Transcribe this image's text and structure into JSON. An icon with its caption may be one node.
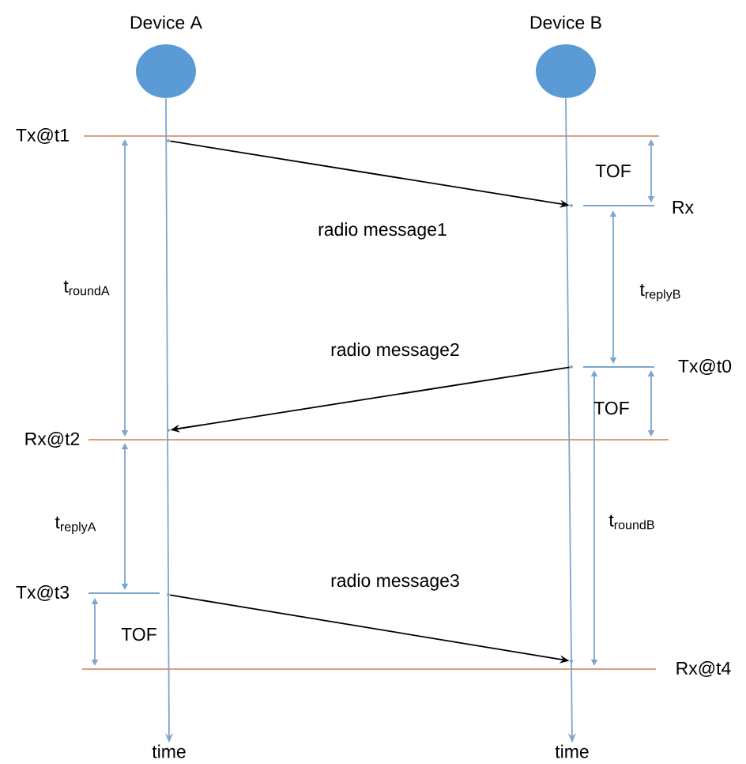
{
  "diagram": {
    "nodes": [
      {
        "text": [
          "Device A"
        ]
      },
      {
        "text": [
          "Device B"
        ]
      },
      {
        "text": [
          "time"
        ]
      },
      {
        "text": [
          "time"
        ]
      },
      {
        "text": [],
        "shape": "point"
      },
      {
        "text": [],
        "shape": "point"
      },
      {
        "text": [],
        "shape": "point"
      },
      {
        "text": [],
        "shape": "point"
      },
      {
        "text": [],
        "shape": "point"
      },
      {
        "text": [],
        "shape": "point"
      }
    ],
    "edges": [
      {
        "from": 0,
        "to": 2,
        "arrow": "to",
        "color": "#7ea6cc"
      },
      {
        "from": 1,
        "to": 3,
        "arrow": "to",
        "color": "#7ea6cc"
      },
      {
        "from": 4,
        "to": 5,
        "arrow": "to",
        "label": "radio message1"
      },
      {
        "from": 6,
        "to": 7,
        "arrow": "to",
        "label": "radio message2"
      },
      {
        "from": 8,
        "to": 9,
        "arrow": "to",
        "label": "radio message3"
      }
    ],
    "labels": [
      "Tx@t1",
      "TOF",
      "Rx",
      "t$_{roundA}$",
      "t$_{replyB}$",
      "Tx@t0",
      "TOF",
      "Rx@t2",
      "t$_{roundB}$",
      "t$_{replyA}$",
      "Tx@t3",
      "TOF",
      "Rx@t4"
    ]
  }
}
